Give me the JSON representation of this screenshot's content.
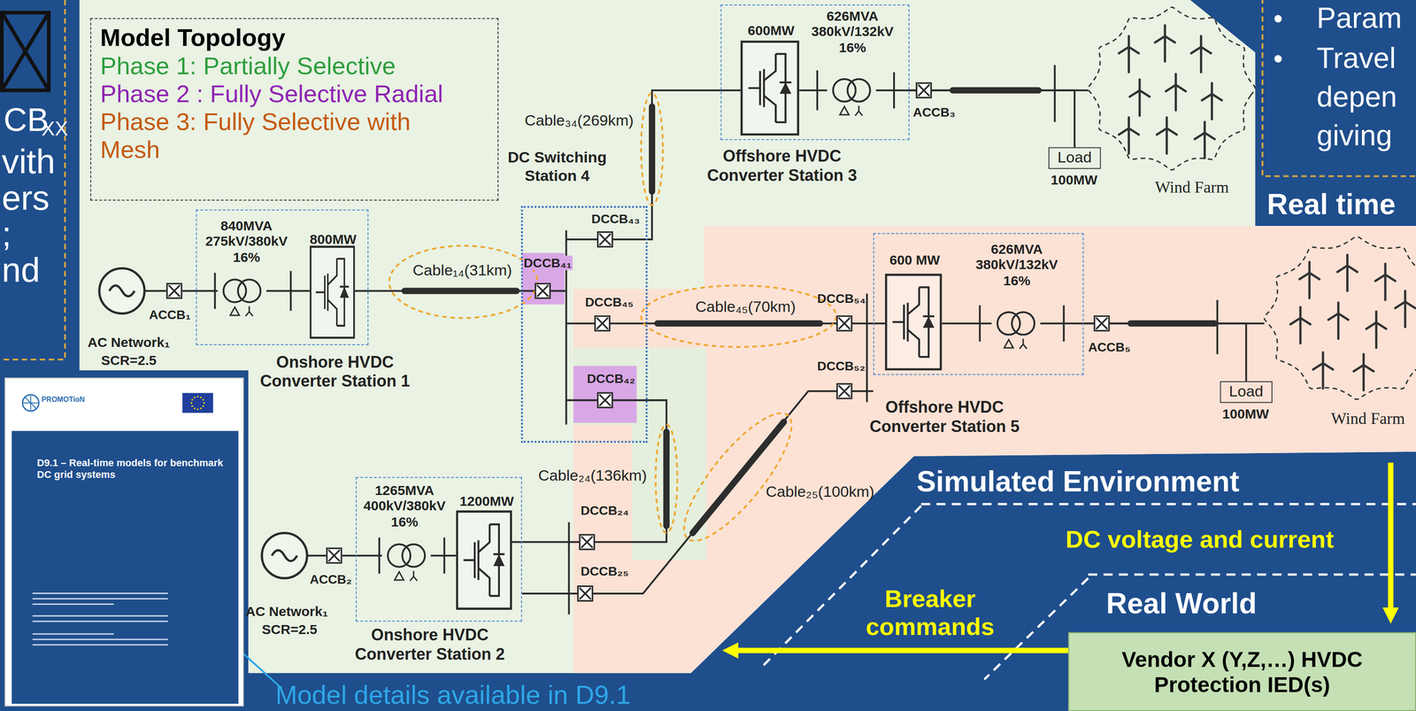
{
  "diagram": {
    "nodes": [
      {
        "text": [
          "Model Topology",
          "Phase 1: Partially Selective",
          "Phase 2 : Fully Selective Radial",
          "Phase 3: Fully Selective with Mesh"
        ]
      },
      {
        "text": [
          "600MW",
          "626MVA 380kV/132kV 16%",
          "Offshore HVDC Converter Station 3"
        ]
      },
      {
        "text": [
          "Wind Farm"
        ]
      },
      {
        "text": [
          "Load",
          "100MW"
        ]
      },
      {
        "text": [
          "DC Switching Station 4"
        ]
      },
      {
        "text": [
          "840MVA 275kV/380kV 16%",
          "800MW",
          "Onshore HVDC Converter Station 1"
        ]
      },
      {
        "text": [
          "600 MW",
          "626MVA 380kV/132kV 16%",
          "Offshore HVDC Converter Station 5"
        ]
      },
      {
        "text": [
          "Load",
          "100MW"
        ]
      },
      {
        "text": [
          "Wind Farm"
        ]
      },
      {
        "text": [
          "1265MVA 400kV/380kV 16%",
          "1200MW",
          "Onshore HVDC Converter Station 2"
        ]
      },
      {
        "text": [
          "PROMOTioN",
          "D9.1 – Real-time models for benchmark DC grid systems"
        ]
      },
      {
        "text": [
          "Vendor X (Y,Z,…) HVDC Protection IED(s)"
        ]
      }
    ],
    "edges": [
      {
        "from": 5,
        "to": 4,
        "label": "Cable₁₄(31km)",
        "arrow": "none"
      },
      {
        "from": 4,
        "to": 1,
        "label": "Cable₃₄(269km)",
        "arrow": "none"
      },
      {
        "from": 4,
        "to": 6,
        "label": "Cable₄₅(70km)",
        "arrow": "none"
      },
      {
        "from": 4,
        "to": 9,
        "label": "Cable₂₄(136km)",
        "arrow": "none"
      },
      {
        "from": 6,
        "to": 9,
        "label": "Cable₂₅(100km)",
        "arrow": "none"
      },
      {
        "from": 1,
        "to": 2,
        "arrow": "none"
      },
      {
        "from": 1,
        "to": 3,
        "arrow": "none"
      },
      {
        "from": 6,
        "to": 8,
        "arrow": "none"
      },
      {
        "from": 6,
        "to": 7,
        "arrow": "none"
      }
    ],
    "labels": [
      "CB",
      "XX",
      "vith",
      "ers",
      ";",
      "nd",
      "•",
      "Param",
      "•",
      "Travel",
      "depen",
      "giving",
      "Real time",
      "ACCB₃",
      "DCCB₄₃",
      "DCCB₄₁",
      "ACCB₁",
      "AC Network₁",
      "SCR=2.5",
      "DCCB₄₅",
      "DCCB₅₄",
      "ACCB₅",
      "DCCB₄₂",
      "DCCB₅₂",
      "DCCB₂₄",
      "ACCB₂",
      "AC Network₁",
      "SCR=2.5",
      "DCCB₂₅",
      "Simulated Environment",
      "DC voltage and current",
      "Real World",
      "Breaker commands",
      "Model details available in D9.1"
    ]
  }
}
